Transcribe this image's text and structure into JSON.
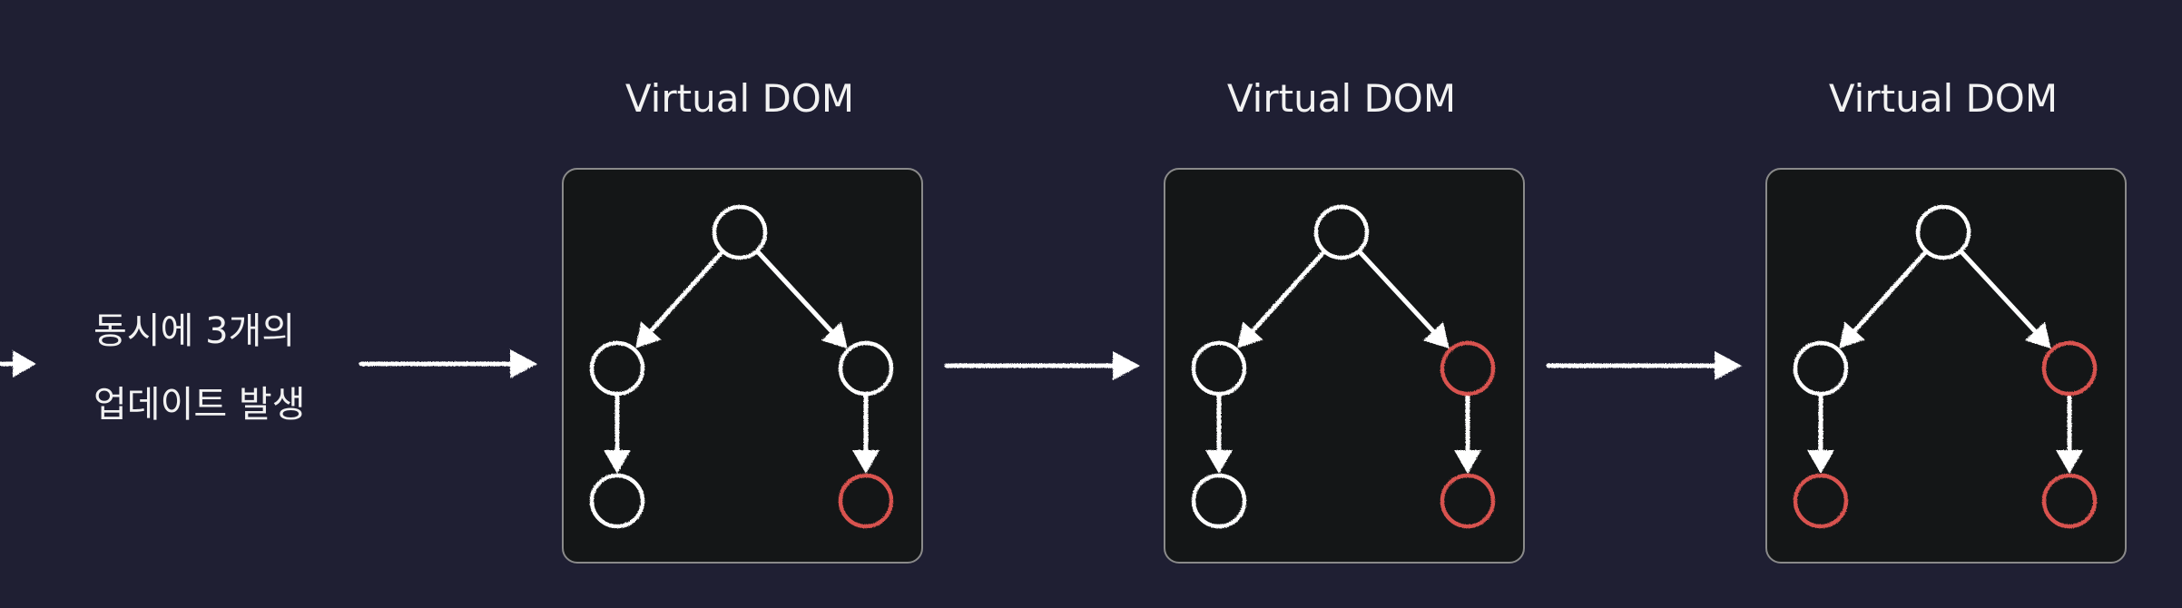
{
  "caption": {
    "line1": "동시에 3개의",
    "line2": "업데이트 발생"
  },
  "panels": [
    {
      "title": "Virtual DOM",
      "updated_nodes": [
        "bottom-right"
      ]
    },
    {
      "title": "Virtual DOM",
      "updated_nodes": [
        "middle-right",
        "bottom-right"
      ]
    },
    {
      "title": "Virtual DOM",
      "updated_nodes": [
        "middle-right",
        "bottom-left",
        "bottom-right"
      ]
    }
  ],
  "colors": {
    "background": "#1f1f33",
    "panel_fill": "#141617",
    "panel_border": "#8a8a8a",
    "node_default": "#ffffff",
    "node_updated": "#d9534f",
    "text": "#f2f2f2"
  }
}
